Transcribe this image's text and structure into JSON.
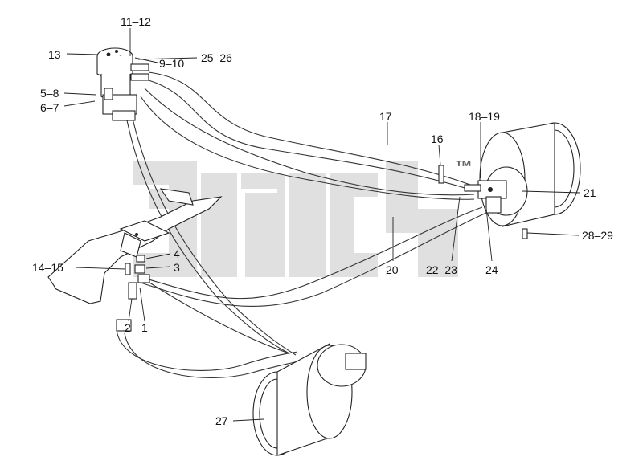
{
  "diagram": {
    "watermark": "™",
    "corner_text": "",
    "labels": [
      {
        "id": "l1112",
        "text": "11–12"
      },
      {
        "id": "l13",
        "text": "13"
      },
      {
        "id": "l910",
        "text": "9–10"
      },
      {
        "id": "l2526",
        "text": "25–26"
      },
      {
        "id": "l58",
        "text": "5–8"
      },
      {
        "id": "l67",
        "text": "6–7"
      },
      {
        "id": "l17",
        "text": "17"
      },
      {
        "id": "l16",
        "text": "16"
      },
      {
        "id": "l1819",
        "text": "18–19"
      },
      {
        "id": "l21",
        "text": "21"
      },
      {
        "id": "l2829",
        "text": "28–29"
      },
      {
        "id": "l20",
        "text": "20"
      },
      {
        "id": "l2223",
        "text": "22–23"
      },
      {
        "id": "l24",
        "text": "24"
      },
      {
        "id": "l4",
        "text": "4"
      },
      {
        "id": "l3",
        "text": "3"
      },
      {
        "id": "l1415",
        "text": "14–15"
      },
      {
        "id": "l2",
        "text": "2"
      },
      {
        "id": "l1",
        "text": "1"
      },
      {
        "id": "l27",
        "text": "27"
      }
    ]
  }
}
